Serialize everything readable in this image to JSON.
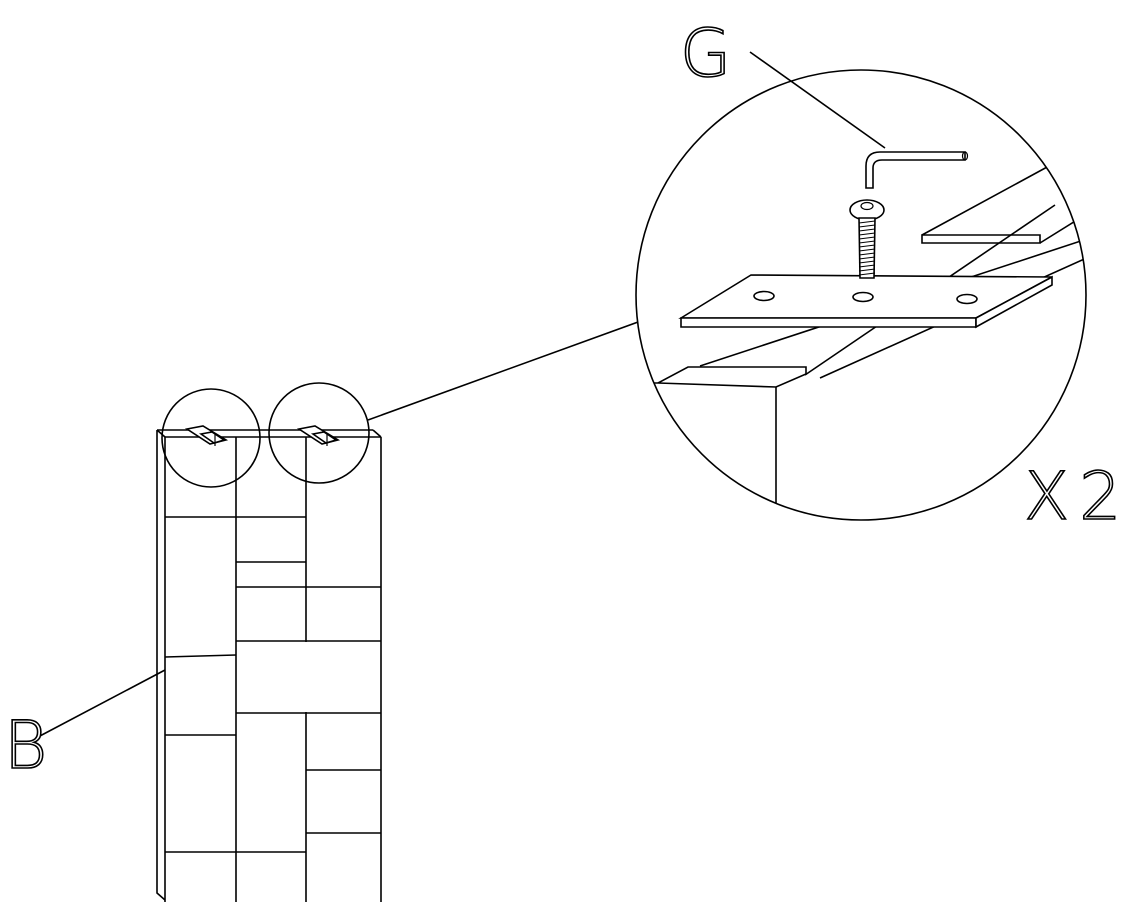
{
  "labels": {
    "part_g": "G",
    "part_b": "B",
    "quantity": "X2"
  },
  "icons": {
    "allen_key": "allen-key-icon",
    "screw": "bolt-icon",
    "plate": "connector-plate-icon",
    "cabinet": "bookcase-icon"
  },
  "colors": {
    "line": "#000000",
    "background": "#ffffff"
  }
}
